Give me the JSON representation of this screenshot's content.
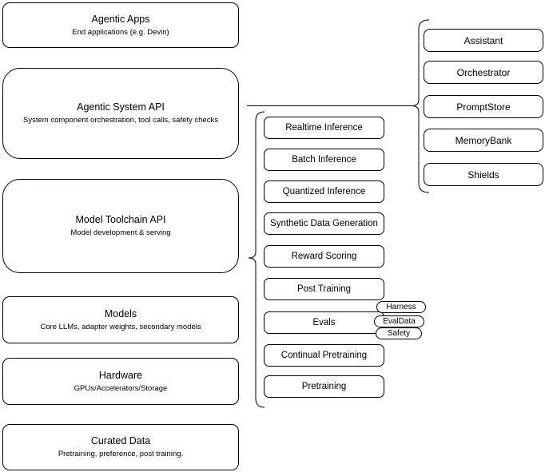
{
  "diagram": {
    "layers": [
      {
        "title": "Agentic Apps",
        "subtitle": "End applications (e.g. Devin)"
      },
      {
        "title": "Agentic System API",
        "subtitle": "System component orchestration, tool calls, safety checks"
      },
      {
        "title": "Model Toolchain API",
        "subtitle": "Model development & serving"
      },
      {
        "title": "Models",
        "subtitle": "Core LLMs, adapter weights, secondary models"
      },
      {
        "title": "Hardware",
        "subtitle": "GPUs/Accelerators/Storage"
      },
      {
        "title": "Curated Data",
        "subtitle": "Pretraining, preference, post training."
      }
    ],
    "toolchain_services": [
      "Realtime Inference",
      "Batch Inference",
      "Quantized Inference",
      "Synthetic Data Generation",
      "Reward Scoring",
      "Post Training",
      "Evals",
      "Continual Pretraining",
      "Pretraining"
    ],
    "evals_tags": [
      "Harness",
      "EvalData",
      "Safety"
    ],
    "system_components": [
      "Assistant",
      "Orchestrator",
      "PromptStore",
      "MemoryBank",
      "Shields"
    ],
    "colors": {
      "stroke": "#000000",
      "fill": "#ffffff",
      "text": "#000000"
    }
  }
}
